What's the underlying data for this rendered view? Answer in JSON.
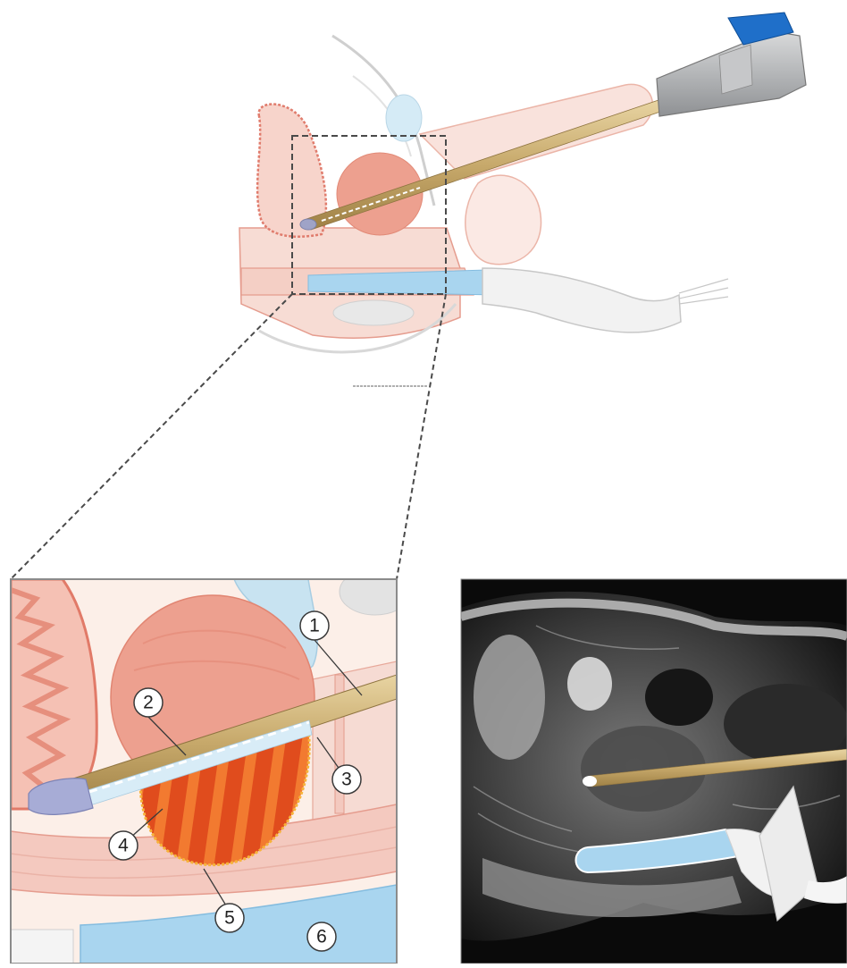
{
  "callouts": [
    {
      "label": "1"
    },
    {
      "label": "2"
    },
    {
      "label": "3"
    },
    {
      "label": "4"
    },
    {
      "label": "5"
    },
    {
      "label": "6"
    }
  ],
  "colors": {
    "tissue_pink": "#f7dcd4",
    "tissue_outline": "#e59c8e",
    "prostate": "#eda08f",
    "bladder_blue": "#bcdff0",
    "rectum_probe_blue": "#a9d5ef",
    "applicator_gold": "#c7a96b",
    "ablation_orange": "#e8541e",
    "mri_background": "#0a0a0a",
    "frame_gray": "#8b8b8b",
    "accent_blue": "#1f6fc9"
  },
  "icons": {
    "applicator": "laser-applicator-icon",
    "endorectal_probe": "endorectal-cooling-probe-icon",
    "zoom_box": "zoom-region-icon"
  }
}
